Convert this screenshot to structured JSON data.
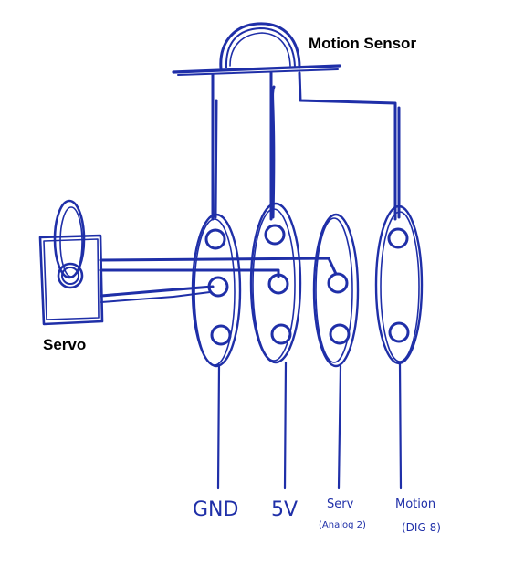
{
  "labels": {
    "motion_sensor": "Motion Sensor",
    "servo": "Servo"
  },
  "pins": [
    {
      "name": "GND",
      "note": ""
    },
    {
      "name": "5V",
      "note": ""
    },
    {
      "name": "Serv",
      "note": "(Analog 2)"
    },
    {
      "name": "Motion",
      "note": "(DIG 8)"
    }
  ],
  "colors": {
    "ink": "#1f2fa8",
    "label": "#000000",
    "background": "#ffffff"
  }
}
